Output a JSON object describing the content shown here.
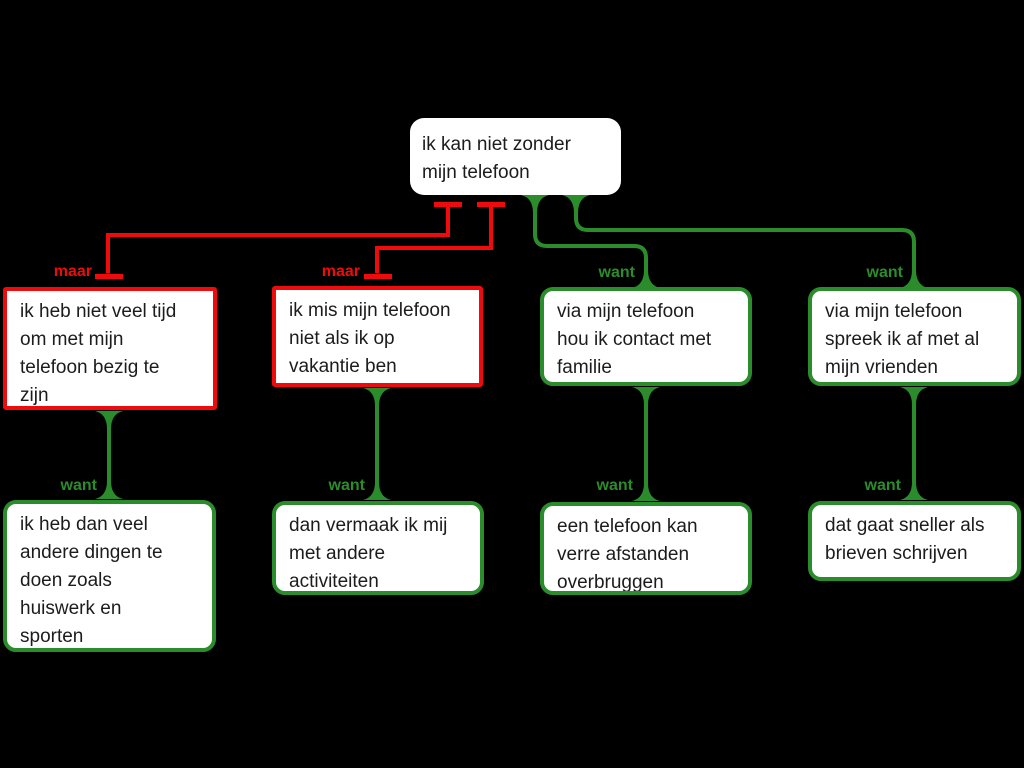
{
  "colors": {
    "background": "#000000",
    "objection_red": "#ef0b0b",
    "reason_green": "#2b8c2b",
    "node_background": "#ffffff",
    "node_text": "#1c1c1c"
  },
  "nodes": {
    "claim": {
      "text": "ik kan niet zonder\nmijn telefoon"
    },
    "objection1": {
      "text": "ik heb niet veel tijd\nom met mijn\ntelefoon bezig te\nzijn"
    },
    "objection2": {
      "text": "ik mis mijn telefoon\nniet als ik op\nvakantie ben"
    },
    "reason1": {
      "text": "via mijn telefoon\nhou ik contact met\nfamilie"
    },
    "reason2": {
      "text": "via mijn telefoon\nspreek ik af met al\nmijn vrienden"
    },
    "sub_objection1": {
      "text": "ik heb dan veel\nandere dingen te\ndoen zoals\nhuiswerk en\nsporten"
    },
    "sub_objection2": {
      "text": "dan vermaak ik mij\nmet andere\nactiviteiten"
    },
    "sub_reason1": {
      "text": "een telefoon kan\nverre afstanden\noverbruggen"
    },
    "sub_reason2": {
      "text": "dat gaat sneller als\nbrieven schrijven"
    }
  },
  "connector_labels": {
    "maar1": "maar",
    "maar2": "maar",
    "want1": "want",
    "want2": "want",
    "want3": "want",
    "want4": "want",
    "want5": "want",
    "want6": "want"
  }
}
